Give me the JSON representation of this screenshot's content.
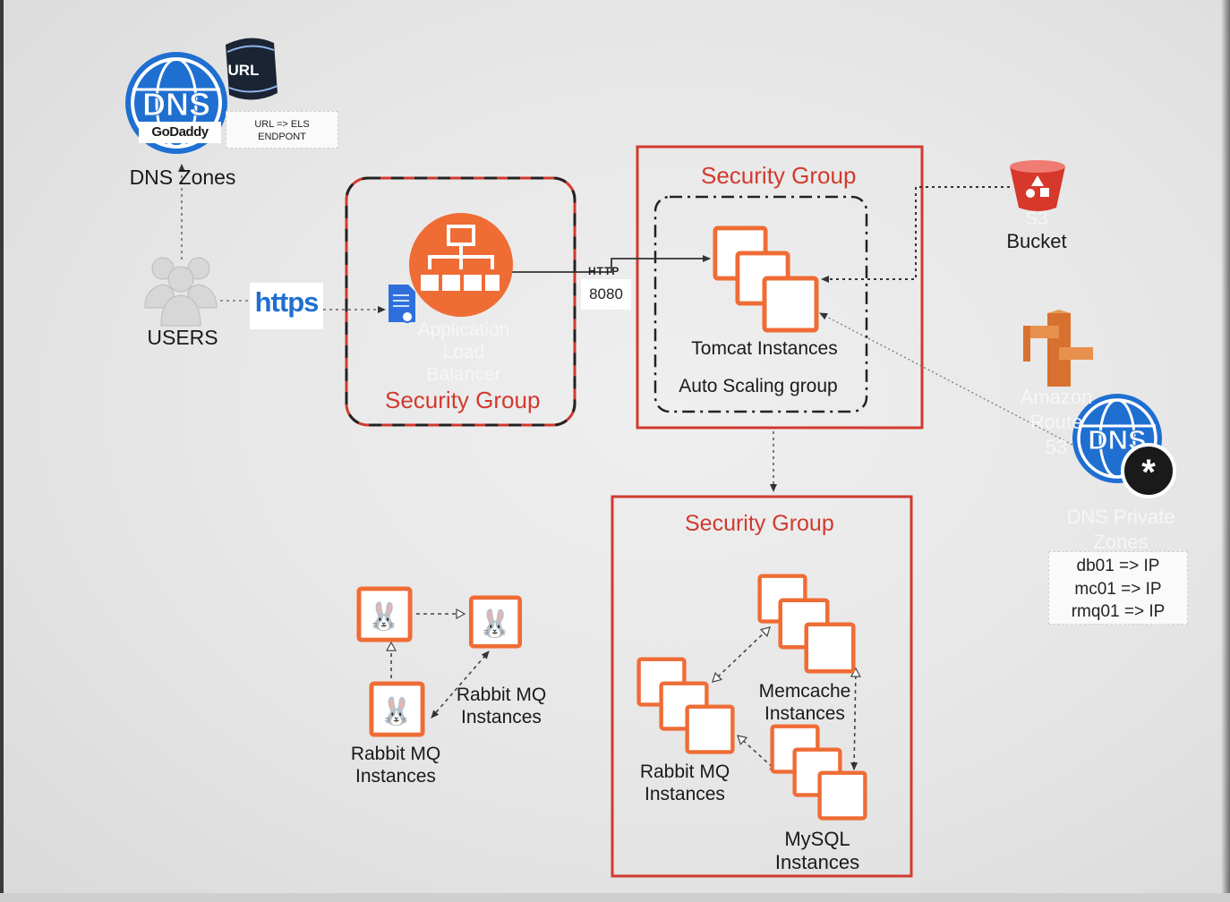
{
  "dns_zones": {
    "dns_icon_text": "DNS",
    "brand": "GoDaddy",
    "url_icon_text": "URL",
    "note_line1": "URL => ELS",
    "note_line2": "ENDPONT",
    "label": "DNS Zones"
  },
  "users": {
    "label": "USERS"
  },
  "connections": {
    "https": "https",
    "http": "HTTP",
    "port": "8080"
  },
  "alb": {
    "name_line1": "Application",
    "name_line2": "Load",
    "name_line3": "Balancer",
    "sg_title": "Security Group"
  },
  "app_tier": {
    "sg_title": "Security Group",
    "instances_label": "Tomcat Instances",
    "asg_label": "Auto Scaling group"
  },
  "s3": {
    "name": "S3",
    "label": "Bucket"
  },
  "route53": {
    "name_line1": "Amazon",
    "name_line2": "Route",
    "name_line3": "53",
    "dns_icon_text": "DNS",
    "private_line1": "DNS Private",
    "private_line2": "Zones",
    "records": [
      "db01 => IP",
      "mc01 => IP",
      "rmq01 => IP"
    ]
  },
  "backend": {
    "sg_title": "Security Group",
    "memcache_line1": "Memcache",
    "memcache_line2": "Instances",
    "rabbit_line1": "Rabbit MQ",
    "rabbit_line2": "Instances",
    "mysql_line1": "MySQL",
    "mysql_line2": "Instances"
  },
  "rabbit_cluster": {
    "label_right_line1": "Rabbit MQ",
    "label_right_line2": "Instances",
    "label_bottom_line1": "Rabbit MQ",
    "label_bottom_line2": "Instances"
  },
  "colors": {
    "aws_orange": "#ef6c35",
    "sg_red": "#d13a2f",
    "dns_blue": "#1f6fd1"
  }
}
